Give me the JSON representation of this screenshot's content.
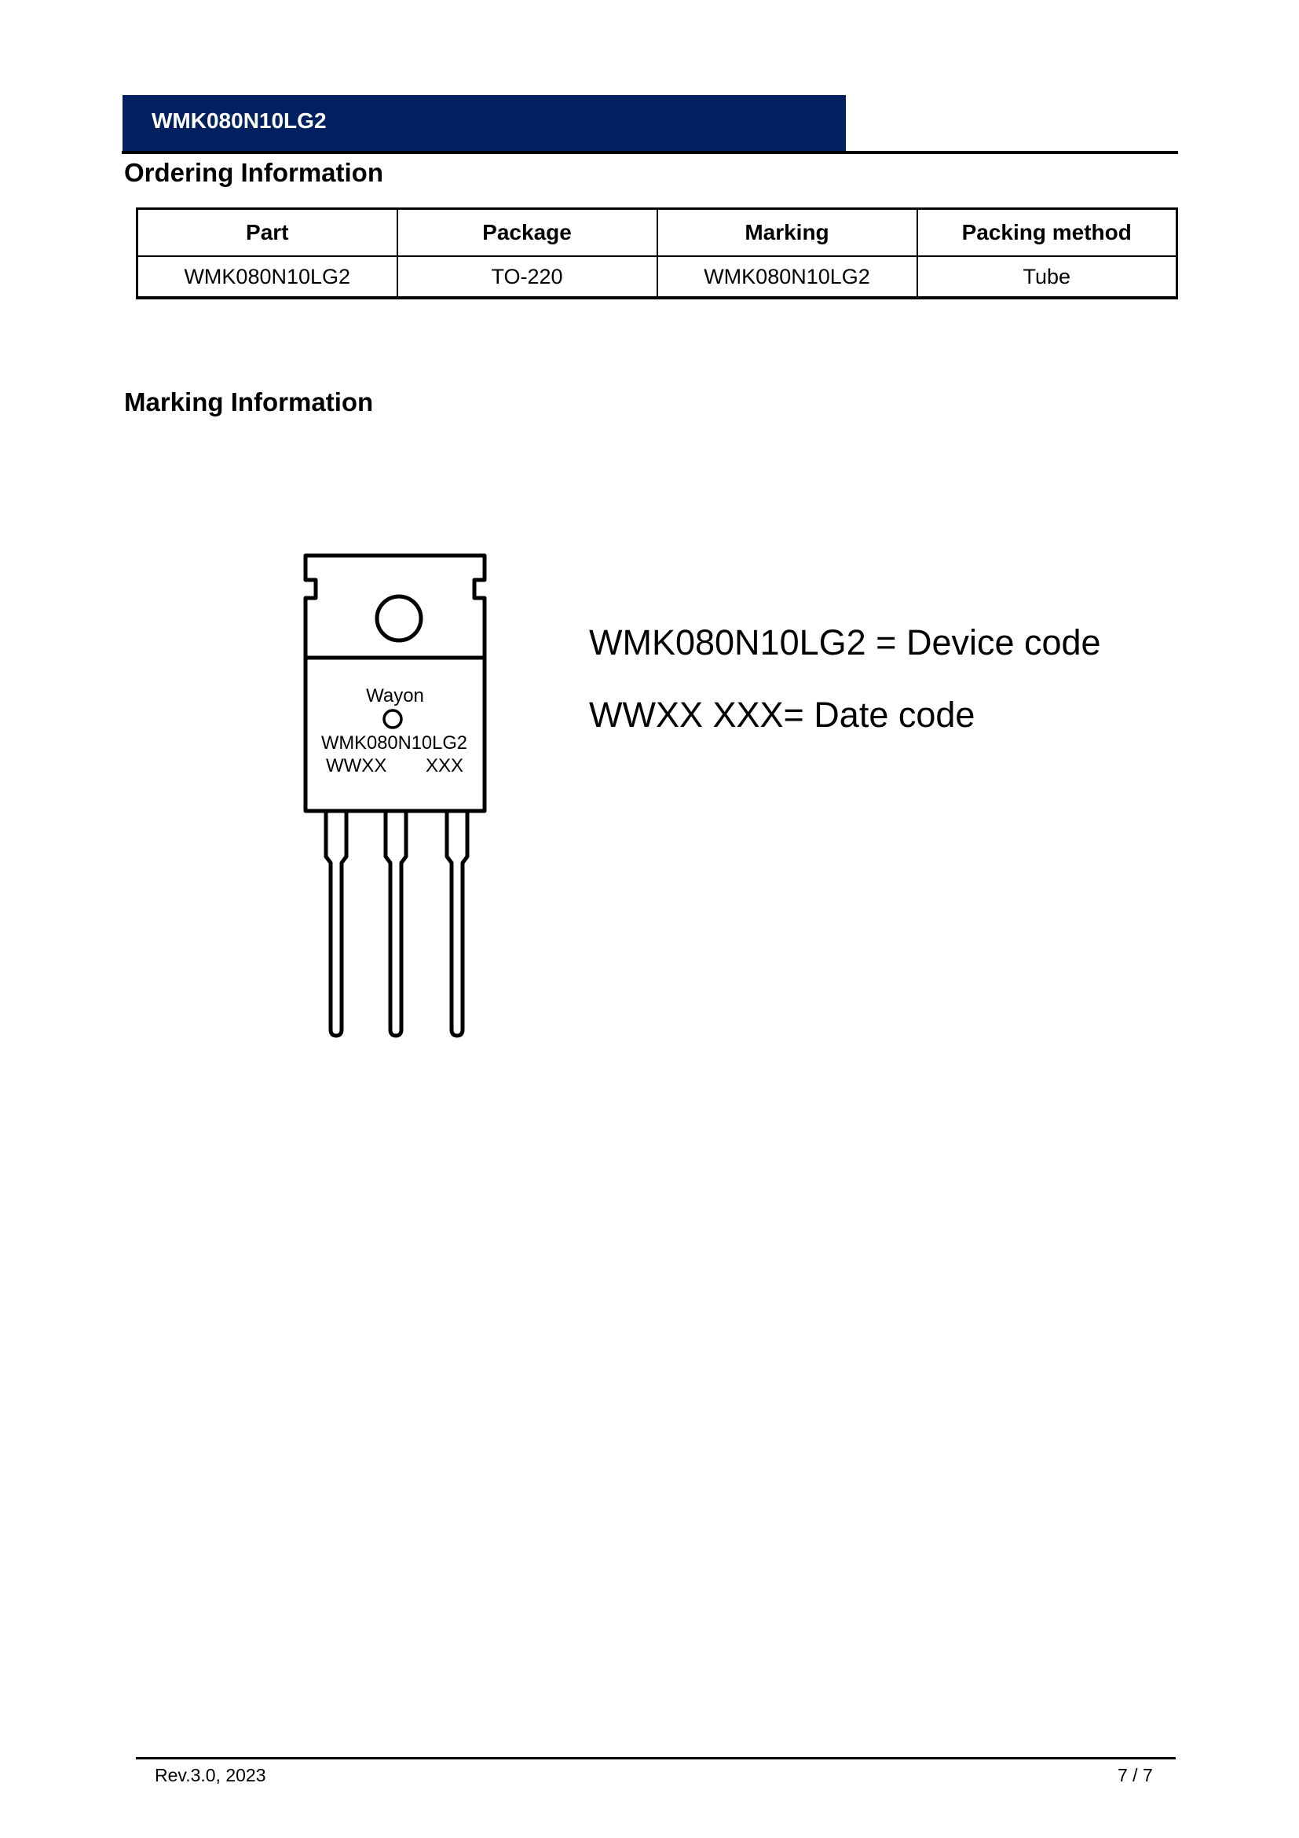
{
  "header": {
    "title": "WMK080N10LG2",
    "banner_color": "#002060"
  },
  "ordering": {
    "heading": "Ordering Information",
    "columns": [
      "Part",
      "Package",
      "Marking",
      "Packing method"
    ],
    "rows": [
      [
        "WMK080N10LG2",
        "TO-220",
        "WMK080N10LG2",
        "Tube"
      ]
    ]
  },
  "marking": {
    "heading": "Marking Information",
    "package_drawing": {
      "type": "TO-220",
      "brand": "Wayon",
      "device_code": "WMK080N10LG2",
      "date_code_left": "WWXX",
      "date_code_right": "XXX"
    },
    "legend": [
      "WMK080N10LG2 = Device code",
      "WWXX XXX= Date code"
    ]
  },
  "footer": {
    "revision": "Rev.3.0, 2023",
    "page": "7 / 7"
  }
}
